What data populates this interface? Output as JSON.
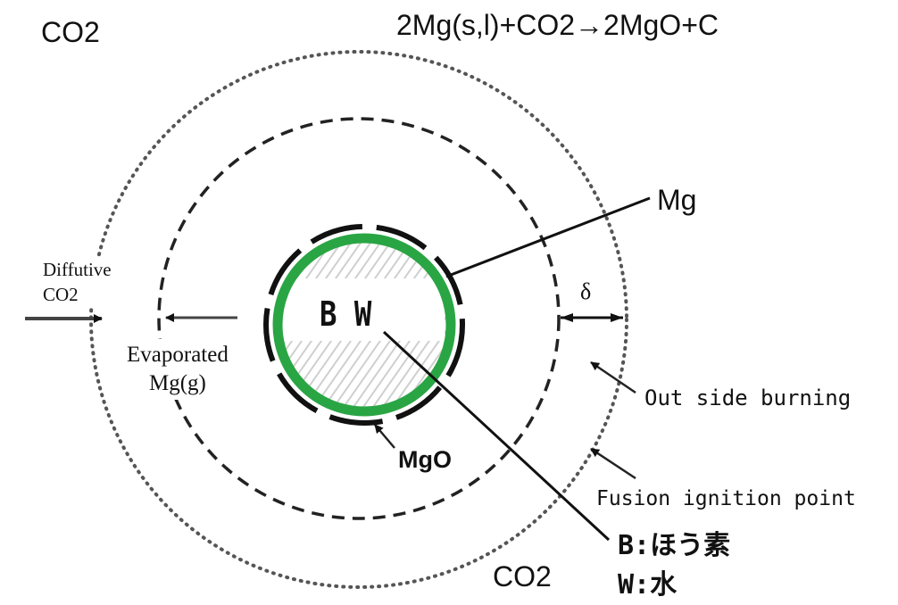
{
  "labels": {
    "co2_top": "CO2",
    "equation": "2Mg(s,l)+CO2→2MgO+C",
    "mg": "Mg",
    "diffutive_line1": "Diffutive",
    "diffutive_line2": "CO2",
    "evaporated_line1": "Evaporated",
    "evaporated_line2": "Mg(g)",
    "delta": "δ",
    "bw": "B W",
    "outside_burning": "Out side burning",
    "mgo": "MgO",
    "fusion_ignition": "Fusion ignition point",
    "legend_b": "B:ほう素",
    "legend_w": "W:水",
    "co2_bottom": "CO2"
  },
  "colors": {
    "shell": "#2aa544",
    "line": "#111111",
    "hatch": "#cfcfcf"
  }
}
